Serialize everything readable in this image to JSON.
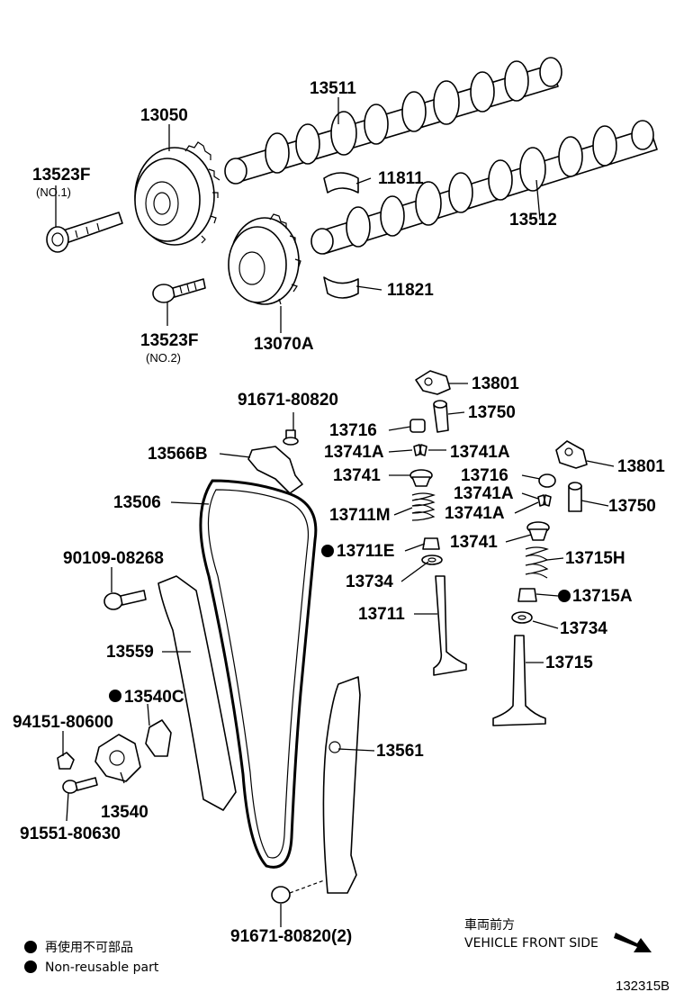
{
  "labels": {
    "p13511": "13511",
    "p13050": "13050",
    "p13523f_1": "13523F",
    "p13523f_1_sub": "(NO.1)",
    "p11811": "11811",
    "p13512": "13512",
    "p11821": "11821",
    "p13523f_2": "13523F",
    "p13523f_2_sub": "(NO.2)",
    "p13070a": "13070A",
    "p91671_top": "91671-80820",
    "p13801_a": "13801",
    "p13750_a": "13750",
    "p13716_a": "13716",
    "p13741a_1": "13741A",
    "p13741a_2": "13741A",
    "p13566b": "13566B",
    "p13741_a": "13741",
    "p13716_b": "13716",
    "p13801_b": "13801",
    "p13506": "13506",
    "p13741a_3": "13741A",
    "p13711m": "13711M",
    "p13741a_4": "13741A",
    "p13750_b": "13750",
    "p13711e": "13711E",
    "p13741_b": "13741",
    "p90109": "90109-08268",
    "p13715h": "13715H",
    "p13734_a": "13734",
    "p13715a": "13715A",
    "p13711": "13711",
    "p13734_b": "13734",
    "p13559": "13559",
    "p13715": "13715",
    "p13540c": "13540C",
    "p94151": "94151-80600",
    "p13561": "13561",
    "p13540": "13540",
    "p91551": "91551-80630",
    "p91671_bottom": "91671-80820(2)"
  },
  "legend": {
    "jp": "再使用不可部品",
    "en": "Non-reusable part"
  },
  "front": {
    "jp": "車両前方",
    "en": "VEHICLE FRONT SIDE"
  },
  "figure_id": "132315B"
}
